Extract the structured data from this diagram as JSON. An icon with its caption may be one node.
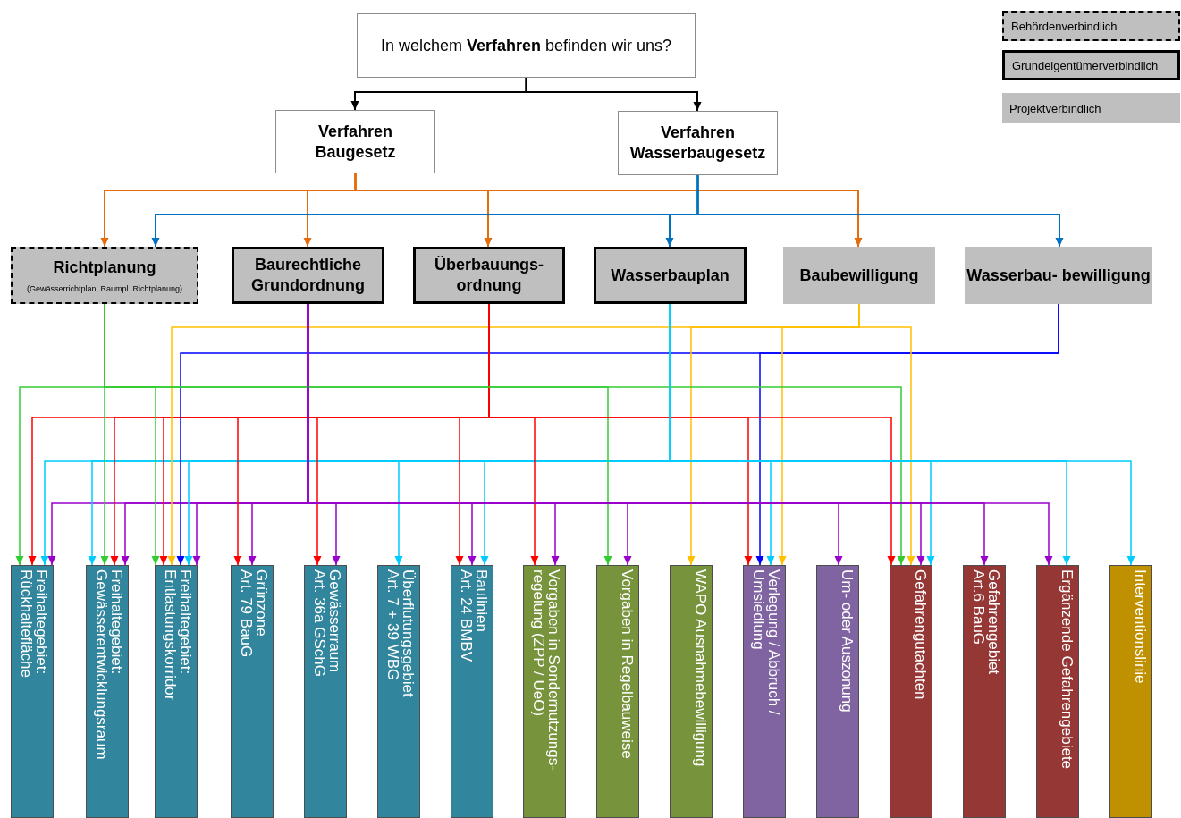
{
  "diagram": {
    "nodes": [
      {
        "text": [
          "In welchem **Verfahren** befinden wir uns?"
        ]
      },
      {
        "text": [
          "Verfahren Baugesetz"
        ]
      },
      {
        "text": [
          "Verfahren Wasserbaugesetz"
        ]
      },
      {
        "text": [
          "Richtplanung",
          "(Gewässerrichtplan, Raumpl. Richtplanung)"
        ]
      },
      {
        "text": [
          "Baurechtliche Grundordnung"
        ]
      },
      {
        "text": [
          "Überbauungs- ordnung"
        ]
      },
      {
        "text": [
          "Wasserbauplan"
        ]
      },
      {
        "text": [
          "Baubewilligung"
        ]
      },
      {
        "text": [
          "Wasserbau- bewilligung"
        ]
      },
      {
        "text": [
          "Freihaltegebiet:",
          "Rückhaltefläche"
        ]
      },
      {
        "text": [
          "Freihaltegebiet:",
          "Gewässerentwicklungsraum"
        ]
      },
      {
        "text": [
          "Freihaltegebiet:",
          "Entlastungskorridor"
        ]
      },
      {
        "text": [
          "Grünzone",
          "Art. 79 BauG"
        ]
      },
      {
        "text": [
          "Gewässerraum",
          "Art. 36a GSchG"
        ]
      },
      {
        "text": [
          "Überflutungsgebiet",
          "Art. 7 + 39 WBG"
        ]
      },
      {
        "text": [
          "Baulinien",
          "Art. 24 BMBV"
        ]
      },
      {
        "text": [
          "Vorgaben in Sondernutzungs- regelung (ZPP / UeO)"
        ]
      },
      {
        "text": [
          "Vorgaben in Regelbauweise"
        ]
      },
      {
        "text": [
          "WAPO Ausnahmebewilligung"
        ]
      },
      {
        "text": [
          "Verlegung / Abbruch / Umsiedlung"
        ]
      },
      {
        "text": [
          "Um- oder Auszonung"
        ]
      },
      {
        "text": [
          "Gefahrengutachten"
        ]
      },
      {
        "text": [
          "Gefahrengebiet",
          "Art.6 BauG"
        ]
      },
      {
        "text": [
          "Ergänzende Gefahrengebiete"
        ]
      },
      {
        "text": [
          "Interventionslinie"
        ]
      }
    ],
    "edges": [
      {
        "from": 0,
        "to": 1,
        "arrow": "to",
        "color": "#000000"
      },
      {
        "from": 0,
        "to": 2,
        "arrow": "to",
        "color": "#000000"
      },
      {
        "from": 1,
        "to": 3,
        "arrow": "to",
        "color": "#e46c0a"
      },
      {
        "from": 1,
        "to": 4,
        "arrow": "to",
        "color": "#e46c0a"
      },
      {
        "from": 1,
        "to": 5,
        "arrow": "to",
        "color": "#e46c0a"
      },
      {
        "from": 1,
        "to": 7,
        "arrow": "to",
        "color": "#e46c0a"
      },
      {
        "from": 2,
        "to": 3,
        "arrow": "to",
        "color": "#0070c0"
      },
      {
        "from": 2,
        "to": 6,
        "arrow": "to",
        "color": "#0070c0"
      },
      {
        "from": 2,
        "to": 8,
        "arrow": "to",
        "color": "#0070c0"
      },
      {
        "from": 3,
        "to": 9,
        "arrow": "to",
        "color": "#33cc33"
      },
      {
        "from": 5,
        "to": 9,
        "arrow": "to",
        "color": "#ff0000"
      },
      {
        "from": 6,
        "to": 9,
        "arrow": "to",
        "color": "#00ccff"
      },
      {
        "from": 4,
        "to": 9,
        "arrow": "to",
        "color": "#9900cc"
      },
      {
        "from": 6,
        "to": 10,
        "arrow": "to",
        "color": "#00ccff"
      },
      {
        "from": 3,
        "to": 10,
        "arrow": "to",
        "color": "#33cc33"
      },
      {
        "from": 5,
        "to": 10,
        "arrow": "to",
        "color": "#ff0000"
      },
      {
        "from": 4,
        "to": 10,
        "arrow": "to",
        "color": "#9900cc"
      },
      {
        "from": 3,
        "to": 11,
        "arrow": "to",
        "color": "#33cc33"
      },
      {
        "from": 5,
        "to": 11,
        "arrow": "to",
        "color": "#ff0000"
      },
      {
        "from": 7,
        "to": 11,
        "arrow": "to",
        "color": "#ffc000"
      },
      {
        "from": 8,
        "to": 11,
        "arrow": "to",
        "color": "#0000ff"
      },
      {
        "from": 6,
        "to": 11,
        "arrow": "to",
        "color": "#00ccff"
      },
      {
        "from": 4,
        "to": 11,
        "arrow": "to",
        "color": "#9900cc"
      },
      {
        "from": 5,
        "to": 12,
        "arrow": "to",
        "color": "#ff0000"
      },
      {
        "from": 4,
        "to": 12,
        "arrow": "to",
        "color": "#9900cc"
      },
      {
        "from": 5,
        "to": 13,
        "arrow": "to",
        "color": "#ff0000"
      },
      {
        "from": 4,
        "to": 13,
        "arrow": "to",
        "color": "#9900cc"
      },
      {
        "from": 6,
        "to": 14,
        "arrow": "to",
        "color": "#00ccff"
      },
      {
        "from": 5,
        "to": 15,
        "arrow": "to",
        "color": "#ff0000"
      },
      {
        "from": 4,
        "to": 15,
        "arrow": "to",
        "color": "#9900cc"
      },
      {
        "from": 6,
        "to": 15,
        "arrow": "to",
        "color": "#00ccff"
      },
      {
        "from": 5,
        "to": 16,
        "arrow": "to",
        "color": "#ff0000"
      },
      {
        "from": 4,
        "to": 16,
        "arrow": "to",
        "color": "#9900cc"
      },
      {
        "from": 3,
        "to": 17,
        "arrow": "to",
        "color": "#33cc33"
      },
      {
        "from": 4,
        "to": 17,
        "arrow": "to",
        "color": "#9900cc"
      },
      {
        "from": 7,
        "to": 18,
        "arrow": "to",
        "color": "#ffc000"
      },
      {
        "from": 5,
        "to": 19,
        "arrow": "to",
        "color": "#ff0000"
      },
      {
        "from": 8,
        "to": 19,
        "arrow": "to",
        "color": "#0000ff"
      },
      {
        "from": 6,
        "to": 19,
        "arrow": "to",
        "color": "#00ccff"
      },
      {
        "from": 7,
        "to": 19,
        "arrow": "to",
        "color": "#ffc000"
      },
      {
        "from": 4,
        "to": 20,
        "arrow": "to",
        "color": "#9900cc"
      },
      {
        "from": 5,
        "to": 21,
        "arrow": "to",
        "color": "#ff0000"
      },
      {
        "from": 3,
        "to": 21,
        "arrow": "to",
        "color": "#33cc33"
      },
      {
        "from": 7,
        "to": 21,
        "arrow": "to",
        "color": "#ffc000"
      },
      {
        "from": 4,
        "to": 21,
        "arrow": "to",
        "color": "#9900cc"
      },
      {
        "from": 6,
        "to": 21,
        "arrow": "to",
        "color": "#00ccff"
      },
      {
        "from": 4,
        "to": 22,
        "arrow": "to",
        "color": "#9900cc"
      },
      {
        "from": 4,
        "to": 23,
        "arrow": "to",
        "color": "#9900cc"
      },
      {
        "from": 6,
        "to": 23,
        "arrow": "to",
        "color": "#00ccff"
      },
      {
        "from": 6,
        "to": 24,
        "arrow": "to",
        "color": "#00ccff"
      }
    ],
    "legend": [
      {
        "text": "Behördenverbindlich"
      },
      {
        "text": "Grundeigentümerverbindlich"
      },
      {
        "text": "Projektverbindlich"
      }
    ]
  }
}
